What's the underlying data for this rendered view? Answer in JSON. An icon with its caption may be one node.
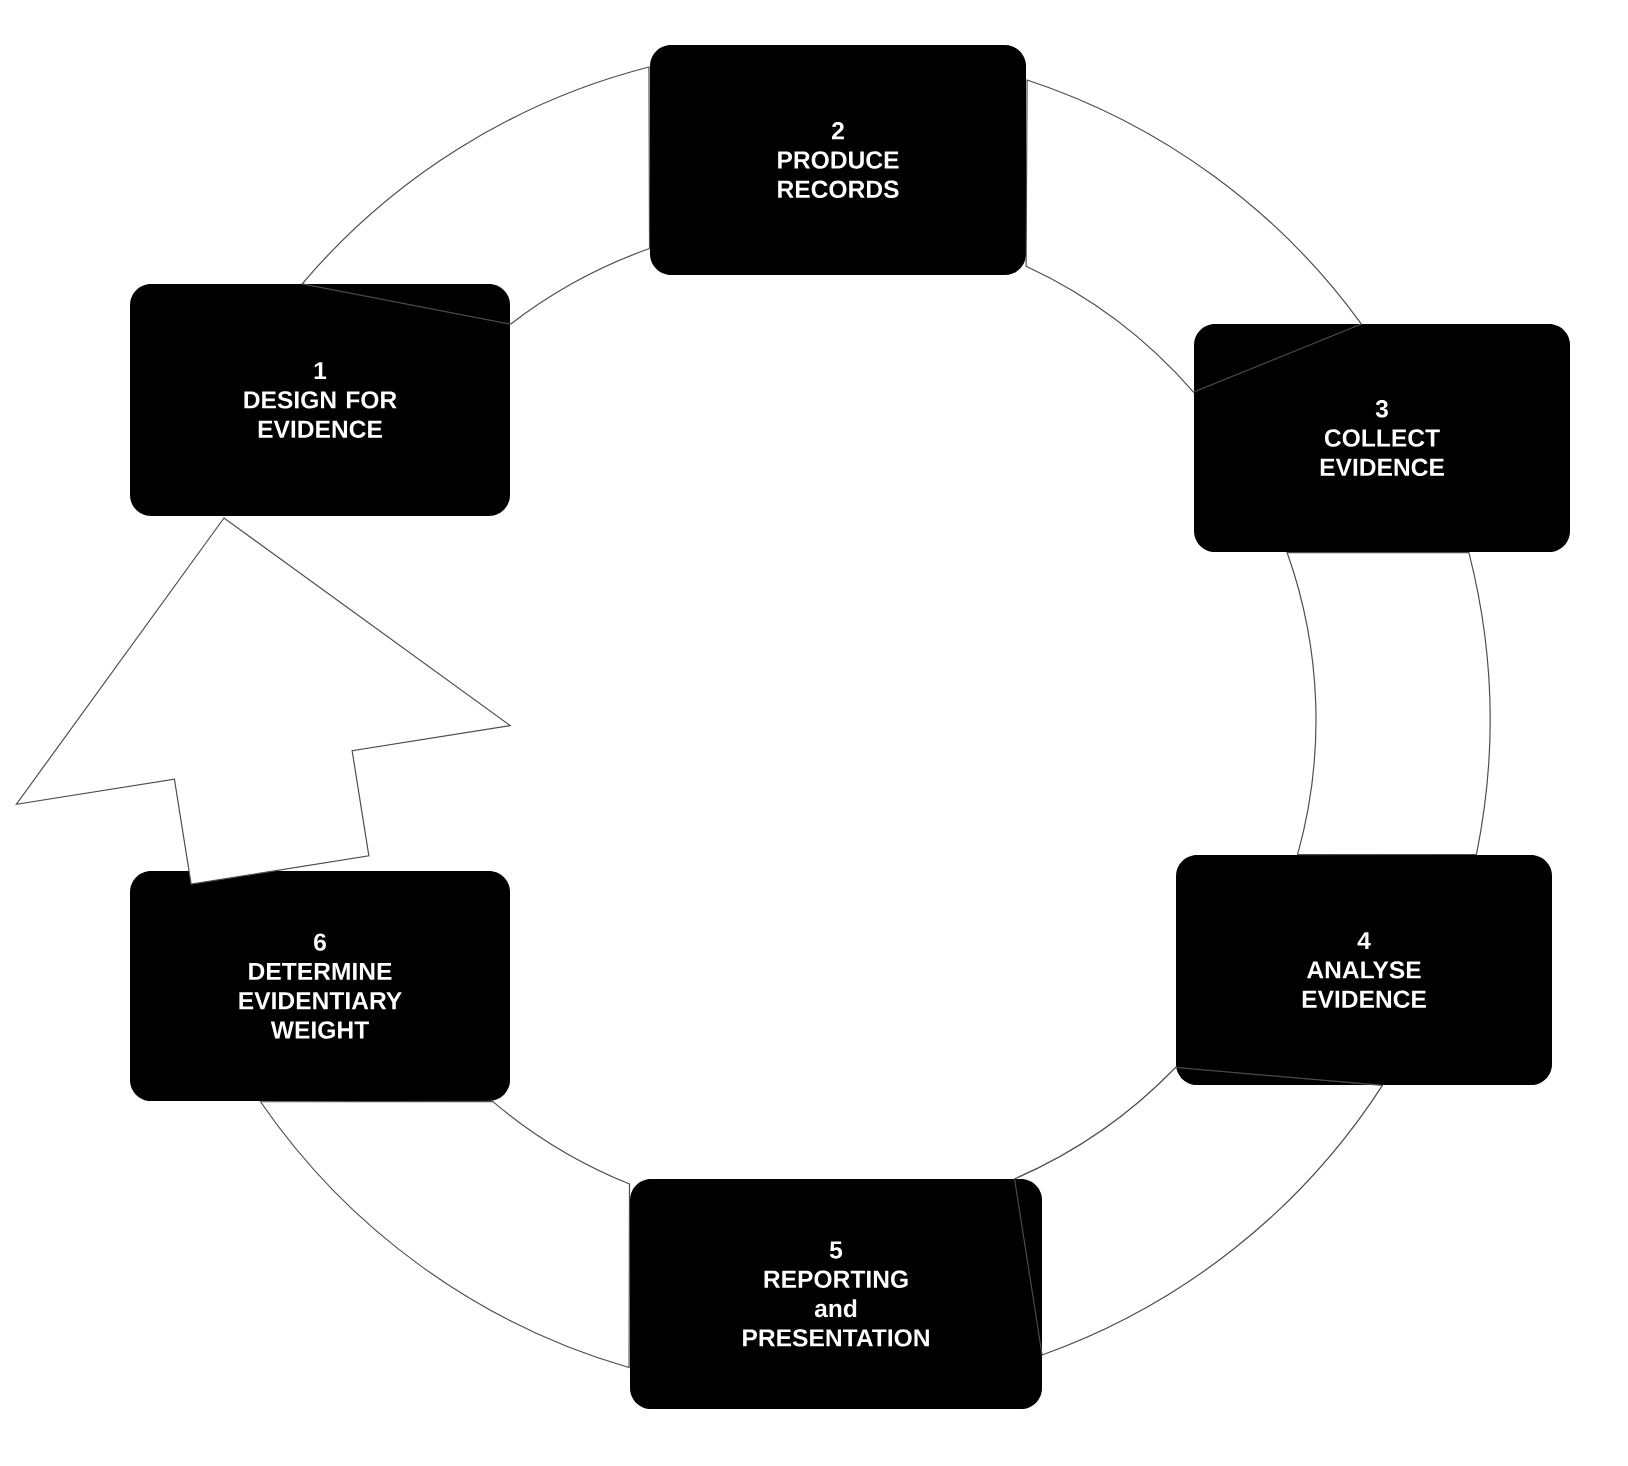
{
  "diagram": {
    "nodes": [
      {
        "text": [
          "1",
          "DESIGN FOR EVIDENCE"
        ]
      },
      {
        "text": [
          "2",
          "PRODUCE RECORDS"
        ]
      },
      {
        "text": [
          "3",
          "COLLECT EVIDENCE"
        ]
      },
      {
        "text": [
          "4",
          "ANALYSE EVIDENCE"
        ]
      },
      {
        "text": [
          "5",
          "REPORTING and PRESENTATION"
        ]
      },
      {
        "text": [
          "6",
          "DETERMINE EVIDENTIARY WEIGHT"
        ]
      }
    ],
    "edges": [
      {
        "from": 0,
        "to": 1,
        "arrow": "none"
      },
      {
        "from": 1,
        "to": 2,
        "arrow": "none"
      },
      {
        "from": 2,
        "to": 3,
        "arrow": "none"
      },
      {
        "from": 3,
        "to": 4,
        "arrow": "none"
      },
      {
        "from": 4,
        "to": 5,
        "arrow": "none"
      },
      {
        "from": 5,
        "to": 0,
        "arrow": "to"
      }
    ]
  }
}
